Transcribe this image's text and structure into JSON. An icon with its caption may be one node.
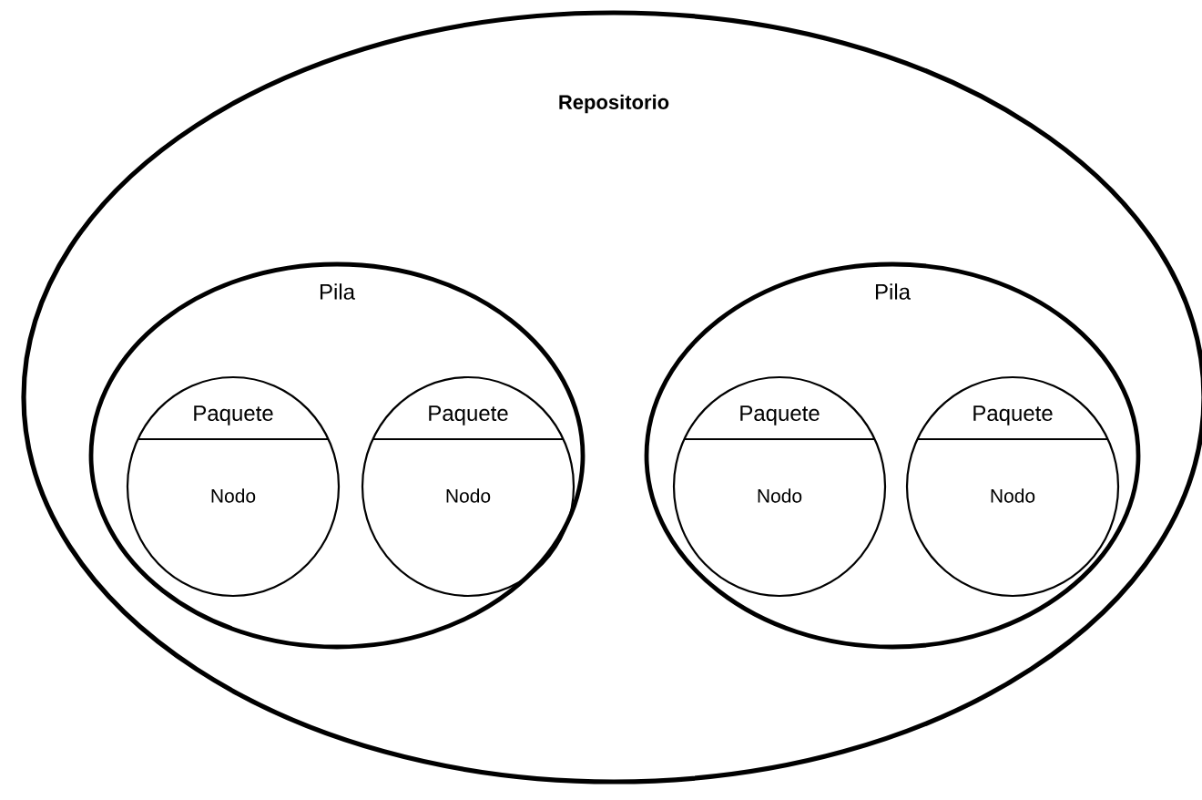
{
  "diagram": {
    "nodes": [
      {
        "text": [
          "Repositorio"
        ]
      },
      {
        "text": [
          "Pila"
        ],
        "in": 0
      },
      {
        "text": [
          "Paquete",
          "Nodo"
        ],
        "in": 1
      },
      {
        "text": [
          "Paquete",
          "Nodo"
        ],
        "in": 1
      },
      {
        "text": [
          "Pila"
        ],
        "in": 0
      },
      {
        "text": [
          "Paquete",
          "Nodo"
        ],
        "in": 4
      },
      {
        "text": [
          "Paquete",
          "Nodo"
        ],
        "in": 4
      }
    ]
  }
}
